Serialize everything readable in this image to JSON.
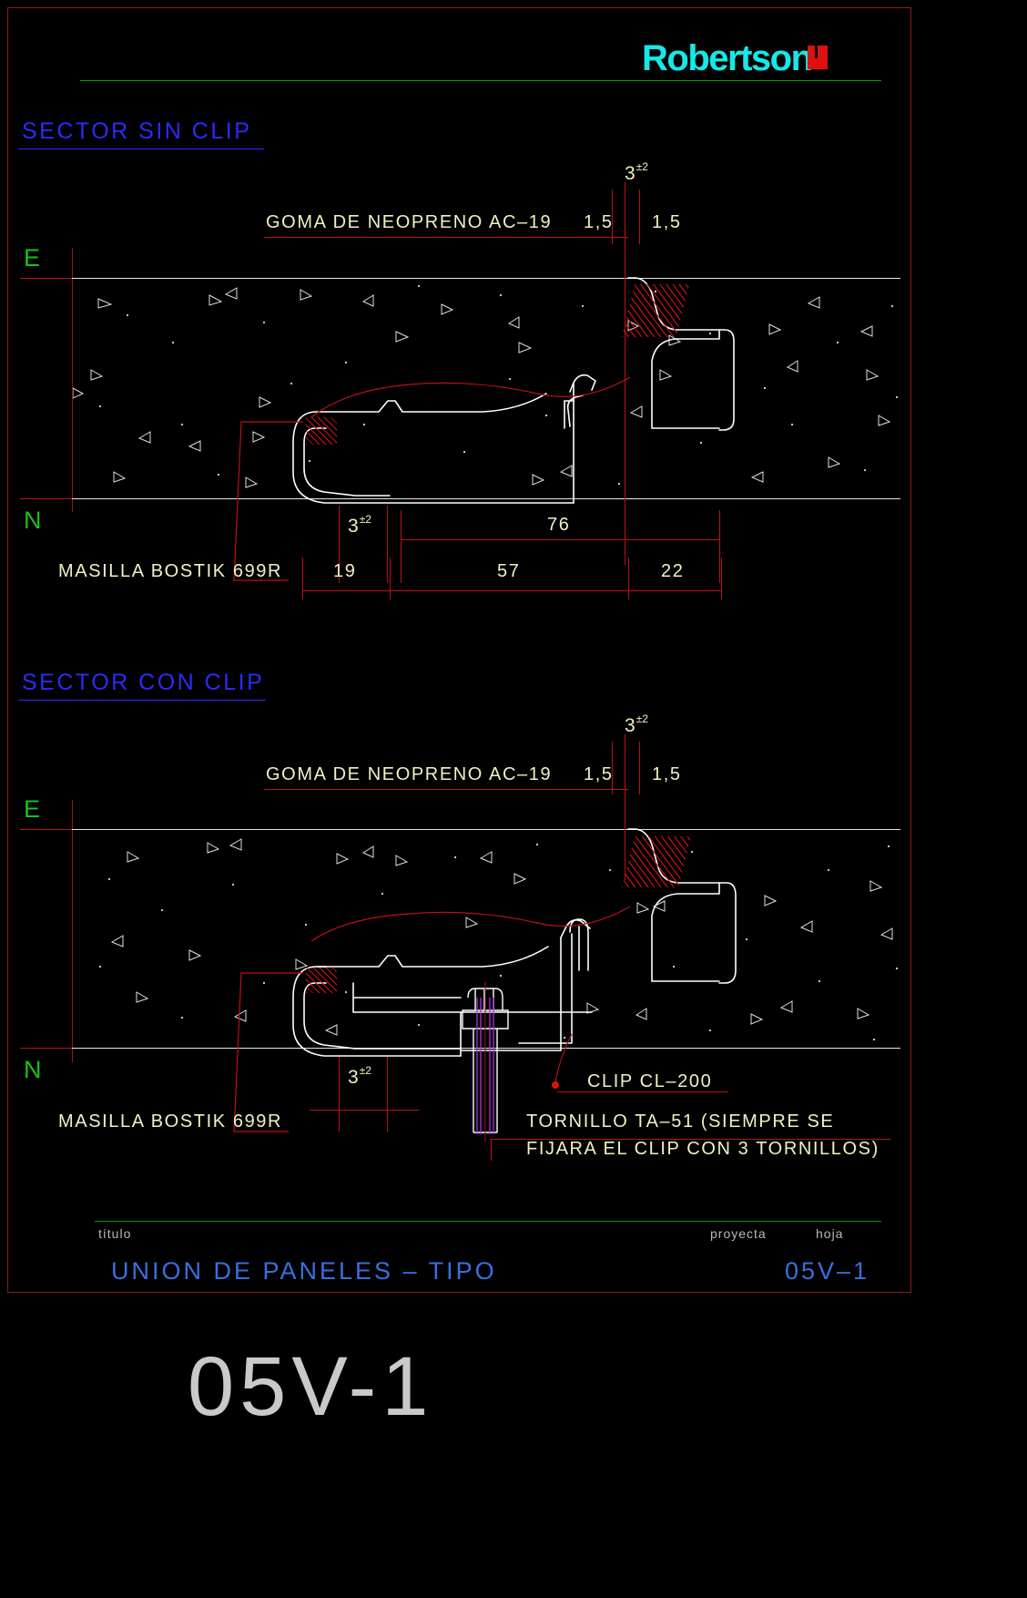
{
  "document": {
    "background_color": "#000000",
    "sheet_number": "05V-1",
    "big_sheet_label": "05V-1"
  },
  "logo": {
    "brand": "Robertson",
    "brand_color": "#16e8e8",
    "mark_color": "#e01010",
    "mark_name": "robertson-red-mark"
  },
  "sections": [
    {
      "id": "sin-clip",
      "heading": "SECTOR  SIN  CLIP",
      "heading_color": "#2b2bff",
      "edge_labels": {
        "top": "E",
        "bottom": "N",
        "color": "#19c219"
      },
      "annotations": [
        {
          "name": "neoprene-label",
          "text": "GOMA  DE  NEOPRENO  AC–19"
        },
        {
          "name": "masilla-label",
          "text": "MASILLA  BOSTIK  699R"
        }
      ],
      "dimensions": {
        "gap_top": {
          "value": "3",
          "tolerance": "±2"
        },
        "side_left": {
          "value": "1,5"
        },
        "side_right": {
          "value": "1,5"
        },
        "gap_bottom": {
          "value": "3",
          "tolerance": "±2"
        },
        "span_76": {
          "value": "76"
        },
        "seg_19": {
          "value": "19"
        },
        "seg_57": {
          "value": "57"
        },
        "seg_22": {
          "value": "22"
        }
      }
    },
    {
      "id": "con-clip",
      "heading": "SECTOR  CON  CLIP",
      "heading_color": "#2b2bff",
      "edge_labels": {
        "top": "E",
        "bottom": "N",
        "color": "#19c219"
      },
      "annotations": [
        {
          "name": "neoprene-label",
          "text": "GOMA  DE  NEOPRENO  AC–19"
        },
        {
          "name": "masilla-label",
          "text": "MASILLA  BOSTIK  699R"
        },
        {
          "name": "clip-label",
          "text": "CLIP  CL–200"
        },
        {
          "name": "screw-label-line1",
          "text": "TORNILLO  TA–51  (SIEMPRE  SE"
        },
        {
          "name": "screw-label-line2",
          "text": "FIJARA  EL  CLIP  CON  3  TORNILLOS)"
        }
      ],
      "dimensions": {
        "gap_top": {
          "value": "3",
          "tolerance": "±2"
        },
        "side_left": {
          "value": "1,5"
        },
        "side_right": {
          "value": "1,5"
        },
        "gap_bottom": {
          "value": "3",
          "tolerance": "±2"
        }
      }
    }
  ],
  "title_block": {
    "titulo_caption": "título",
    "proyecta_caption": "proyecta",
    "hoja_caption": "hoja",
    "title": "UNION  DE  PANELES  –  TIPO",
    "sheet": "05V–1",
    "title_color": "#3a6fe0",
    "caption_color": "#b9b9b9",
    "rule_color": "#00a000"
  }
}
